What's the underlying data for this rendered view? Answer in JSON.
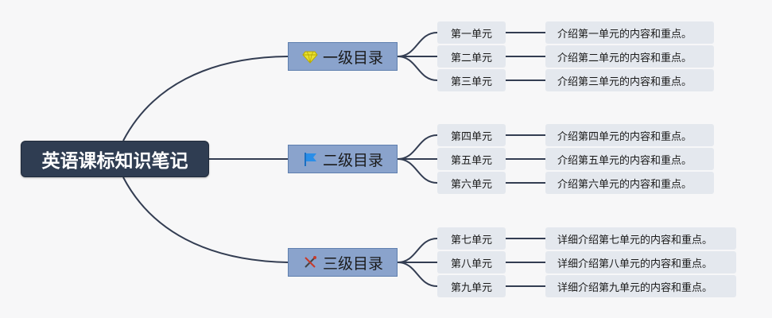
{
  "root": {
    "label": "英语课标知识笔记"
  },
  "colors": {
    "root_bg": "#2f3d52",
    "branch_bg": "#8aa3cc",
    "leaf_bg": "#e4e8ee",
    "line": "#333d52"
  },
  "branches": [
    {
      "label": "一级目录",
      "icon": "diamond-icon",
      "units": [
        {
          "label": "第一单元",
          "note": "介绍第一单元的内容和重点。"
        },
        {
          "label": "第二单元",
          "note": "介绍第二单元的内容和重点。"
        },
        {
          "label": "第三单元",
          "note": "介绍第三单元的内容和重点。"
        }
      ]
    },
    {
      "label": "二级目录",
      "icon": "flag-icon",
      "units": [
        {
          "label": "第四单元",
          "note": "介绍第四单元的内容和重点。"
        },
        {
          "label": "第五单元",
          "note": "介绍第五单元的内容和重点。"
        },
        {
          "label": "第六单元",
          "note": "介绍第六单元的内容和重点。"
        }
      ]
    },
    {
      "label": "三级目录",
      "icon": "tools-icon",
      "units": [
        {
          "label": "第七单元",
          "note": "详细介绍第七单元的内容和重点。"
        },
        {
          "label": "第八单元",
          "note": "详细介绍第八单元的内容和重点。"
        },
        {
          "label": "第九单元",
          "note": "详细介绍第九单元的内容和重点。"
        }
      ]
    }
  ]
}
